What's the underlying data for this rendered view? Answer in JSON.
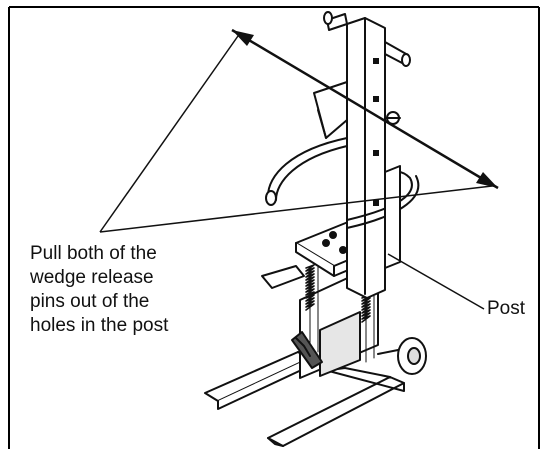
{
  "callouts": {
    "instruction_lines": [
      "Pull both of the",
      "wedge release",
      "pins out of the",
      "holes in the post"
    ],
    "post_label": "Post"
  },
  "diagram": {
    "subject": "log splitter",
    "annotations": [
      "double-headed arrow",
      "leader lines"
    ],
    "line_color": "#111111",
    "background_color": "#ffffff"
  }
}
